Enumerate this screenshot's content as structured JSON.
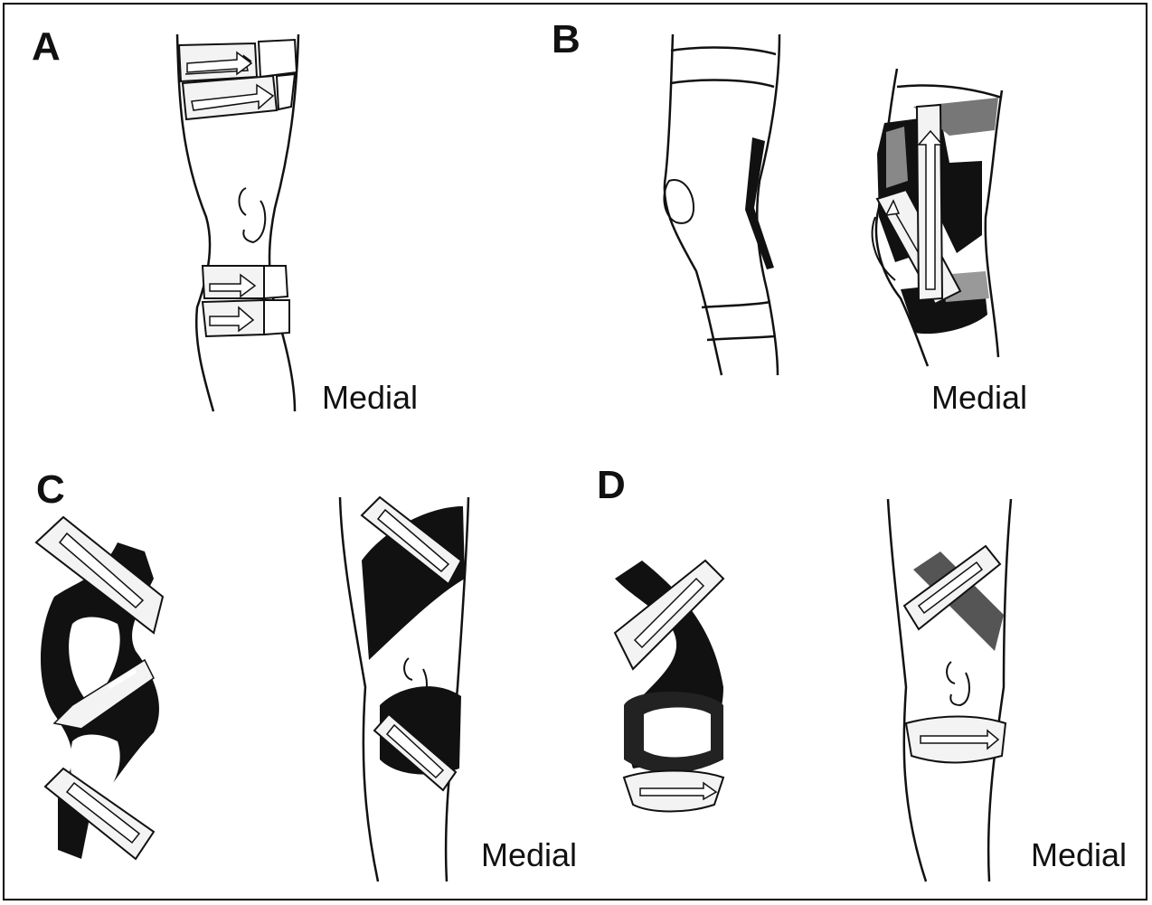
{
  "figure": {
    "panels": [
      {
        "id": "A",
        "label": "A",
        "side_label": "Medial"
      },
      {
        "id": "B",
        "label": "B",
        "side_label": "Medial"
      },
      {
        "id": "C",
        "label": "C",
        "side_label": "Medial"
      },
      {
        "id": "D",
        "label": "D",
        "side_label": "Medial"
      }
    ]
  },
  "colors": {
    "line": "#111111",
    "tape_light": "#f3f3f3",
    "tape_dark": "#111111",
    "tape_gray": "#8a8a8a",
    "skin": "#ffffff"
  }
}
